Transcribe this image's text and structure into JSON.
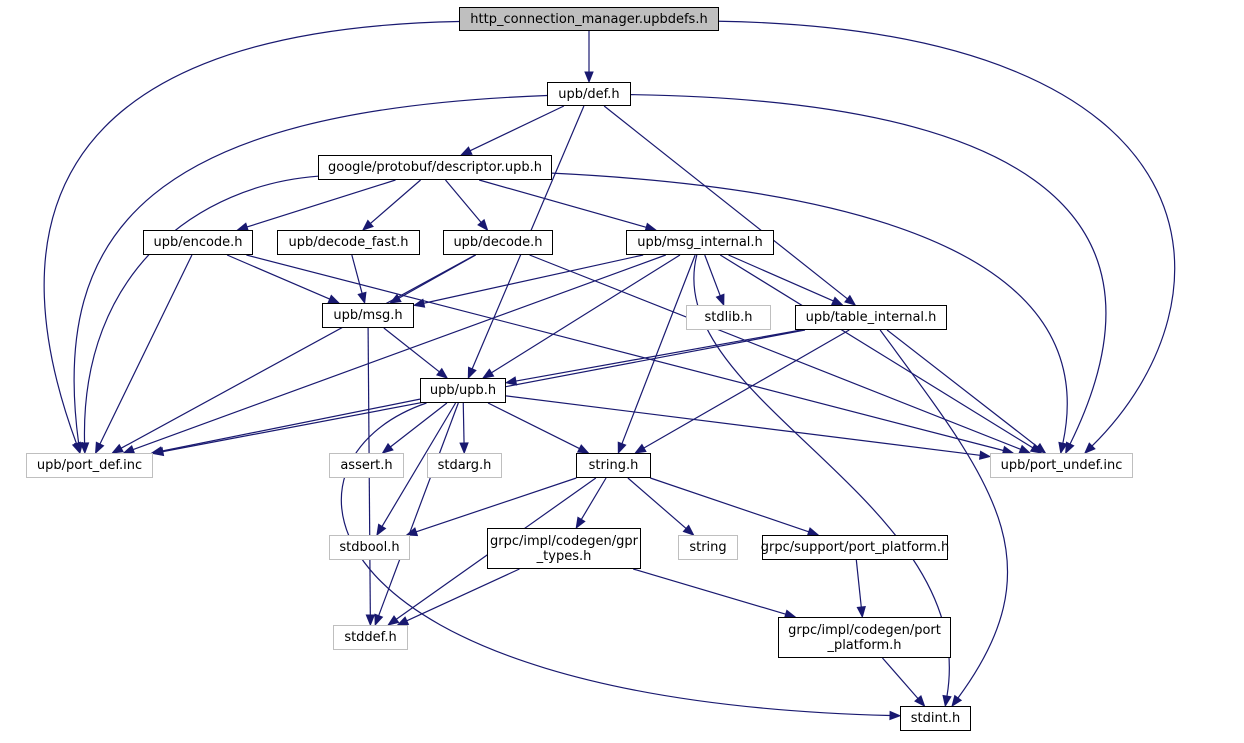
{
  "graph": {
    "title": "http_connection_manager.upbdefs.h",
    "edge_color": "#191970",
    "nodes": [
      {
        "id": "root",
        "label": "http_connection_manager.upbdefs.h",
        "kind": "root"
      },
      {
        "id": "def",
        "label": "upb/def.h",
        "kind": "linked"
      },
      {
        "id": "descriptor",
        "label": "google/protobuf/descriptor.upb.h",
        "kind": "linked"
      },
      {
        "id": "encode",
        "label": "upb/encode.h",
        "kind": "linked"
      },
      {
        "id": "decode_fast",
        "label": "upb/decode_fast.h",
        "kind": "linked"
      },
      {
        "id": "decode",
        "label": "upb/decode.h",
        "kind": "linked"
      },
      {
        "id": "msg_internal",
        "label": "upb/msg_internal.h",
        "kind": "linked"
      },
      {
        "id": "msg",
        "label": "upb/msg.h",
        "kind": "linked"
      },
      {
        "id": "stdlib",
        "label": "stdlib.h",
        "kind": "external"
      },
      {
        "id": "table_internal",
        "label": "upb/table_internal.h",
        "kind": "linked"
      },
      {
        "id": "upb",
        "label": "upb/upb.h",
        "kind": "linked"
      },
      {
        "id": "port_def",
        "label": "upb/port_def.inc",
        "kind": "external"
      },
      {
        "id": "assert",
        "label": "assert.h",
        "kind": "external"
      },
      {
        "id": "stdarg",
        "label": "stdarg.h",
        "kind": "external"
      },
      {
        "id": "string_h",
        "label": "string.h",
        "kind": "linked"
      },
      {
        "id": "port_undef",
        "label": "upb/port_undef.inc",
        "kind": "external"
      },
      {
        "id": "stdbool",
        "label": "stdbool.h",
        "kind": "external"
      },
      {
        "id": "gpr_types",
        "label": "grpc/impl/codegen/gpr\n_types.h",
        "kind": "linked"
      },
      {
        "id": "string",
        "label": "string",
        "kind": "external"
      },
      {
        "id": "support_port_platform",
        "label": "grpc/support/port_platform.h",
        "kind": "linked"
      },
      {
        "id": "stddef",
        "label": "stddef.h",
        "kind": "external"
      },
      {
        "id": "codegen_port_platform",
        "label": "grpc/impl/codegen/port\n_platform.h",
        "kind": "linked"
      },
      {
        "id": "stdint",
        "label": "stdint.h",
        "kind": "linked"
      }
    ],
    "edges": [
      [
        "root",
        "def"
      ],
      [
        "root",
        "port_def"
      ],
      [
        "root",
        "port_undef"
      ],
      [
        "def",
        "descriptor"
      ],
      [
        "def",
        "upb"
      ],
      [
        "def",
        "table_internal"
      ],
      [
        "def",
        "port_def"
      ],
      [
        "def",
        "port_undef"
      ],
      [
        "descriptor",
        "encode"
      ],
      [
        "descriptor",
        "decode_fast"
      ],
      [
        "descriptor",
        "decode"
      ],
      [
        "descriptor",
        "msg_internal"
      ],
      [
        "descriptor",
        "port_def"
      ],
      [
        "descriptor",
        "port_undef"
      ],
      [
        "encode",
        "msg"
      ],
      [
        "encode",
        "port_def"
      ],
      [
        "encode",
        "port_undef"
      ],
      [
        "decode_fast",
        "msg"
      ],
      [
        "decode",
        "msg"
      ],
      [
        "decode",
        "port_def"
      ],
      [
        "decode",
        "port_undef"
      ],
      [
        "msg_internal",
        "msg"
      ],
      [
        "msg_internal",
        "stdlib"
      ],
      [
        "msg_internal",
        "table_internal"
      ],
      [
        "msg_internal",
        "upb"
      ],
      [
        "msg_internal",
        "string_h"
      ],
      [
        "msg_internal",
        "stdint"
      ],
      [
        "msg_internal",
        "port_def"
      ],
      [
        "msg_internal",
        "port_undef"
      ],
      [
        "msg",
        "upb"
      ],
      [
        "msg",
        "stddef"
      ],
      [
        "table_internal",
        "upb"
      ],
      [
        "table_internal",
        "string_h"
      ],
      [
        "table_internal",
        "stdint"
      ],
      [
        "table_internal",
        "port_def"
      ],
      [
        "table_internal",
        "port_undef"
      ],
      [
        "upb",
        "assert"
      ],
      [
        "upb",
        "stdarg"
      ],
      [
        "upb",
        "string_h"
      ],
      [
        "upb",
        "stdbool"
      ],
      [
        "upb",
        "stddef"
      ],
      [
        "upb",
        "stdint"
      ],
      [
        "upb",
        "port_def"
      ],
      [
        "upb",
        "port_undef"
      ],
      [
        "string_h",
        "gpr_types"
      ],
      [
        "string_h",
        "string"
      ],
      [
        "string_h",
        "support_port_platform"
      ],
      [
        "string_h",
        "stdbool"
      ],
      [
        "string_h",
        "stddef"
      ],
      [
        "gpr_types",
        "stddef"
      ],
      [
        "gpr_types",
        "codegen_port_platform"
      ],
      [
        "support_port_platform",
        "codegen_port_platform"
      ],
      [
        "codegen_port_platform",
        "stdint"
      ]
    ]
  }
}
